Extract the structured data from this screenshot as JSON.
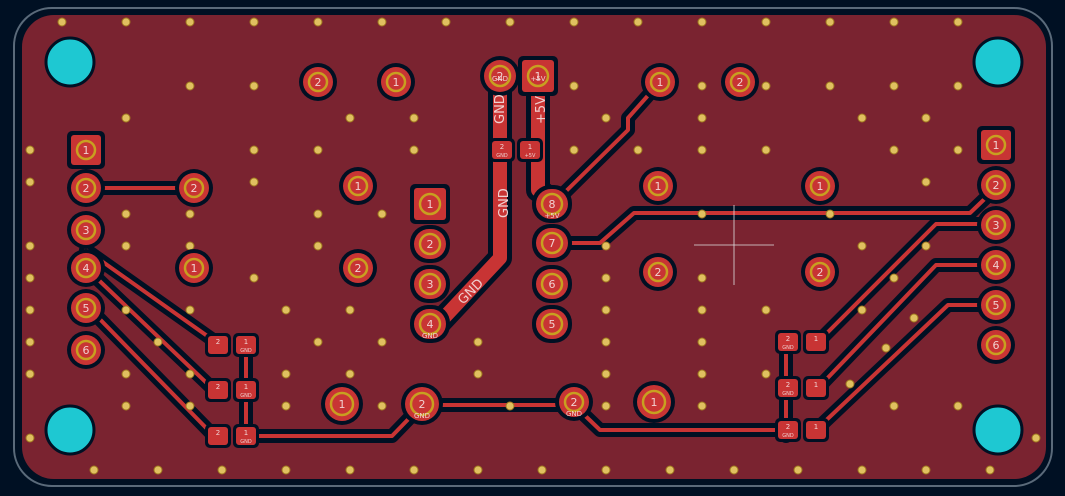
{
  "board": {
    "colors": {
      "background": "#001023",
      "copper": "#7a2330",
      "trace": "#c83434",
      "pad": "#c83434",
      "drill": "#c8a020",
      "hole": "#1ec8d2",
      "outline": "#5a6a7a",
      "silk": "#f0d0d0",
      "via": "#e0c060"
    }
  },
  "net_labels": {
    "gnd_top": "GND",
    "v5_top": "+5V",
    "gnd_mid": "GND",
    "gnd_diag": "GND"
  },
  "pad_numbers": {
    "one": "1",
    "two": "2",
    "three": "3",
    "four": "4",
    "five": "5",
    "six": "6",
    "seven": "7",
    "eight": "8"
  },
  "pad_nets": {
    "gnd": "GND",
    "v5": "+5V"
  }
}
